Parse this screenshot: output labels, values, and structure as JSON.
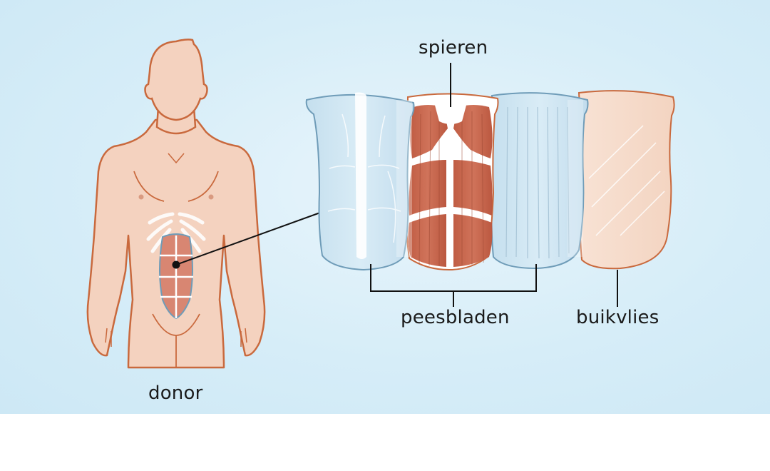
{
  "labels": {
    "muscles": "spieren",
    "tendon_sheets": "peesbladen",
    "peritoneum": "buikvlies",
    "donor": "donor"
  },
  "colors": {
    "background": "#d6edf8",
    "skin": "#f4d2bf",
    "skin_outline": "#c9693d",
    "muscle": "#c7664a",
    "tendon_sheet": "#cfe6f3",
    "tendon_outline": "#6f9cb8",
    "peritoneum": "#f6dccb"
  }
}
